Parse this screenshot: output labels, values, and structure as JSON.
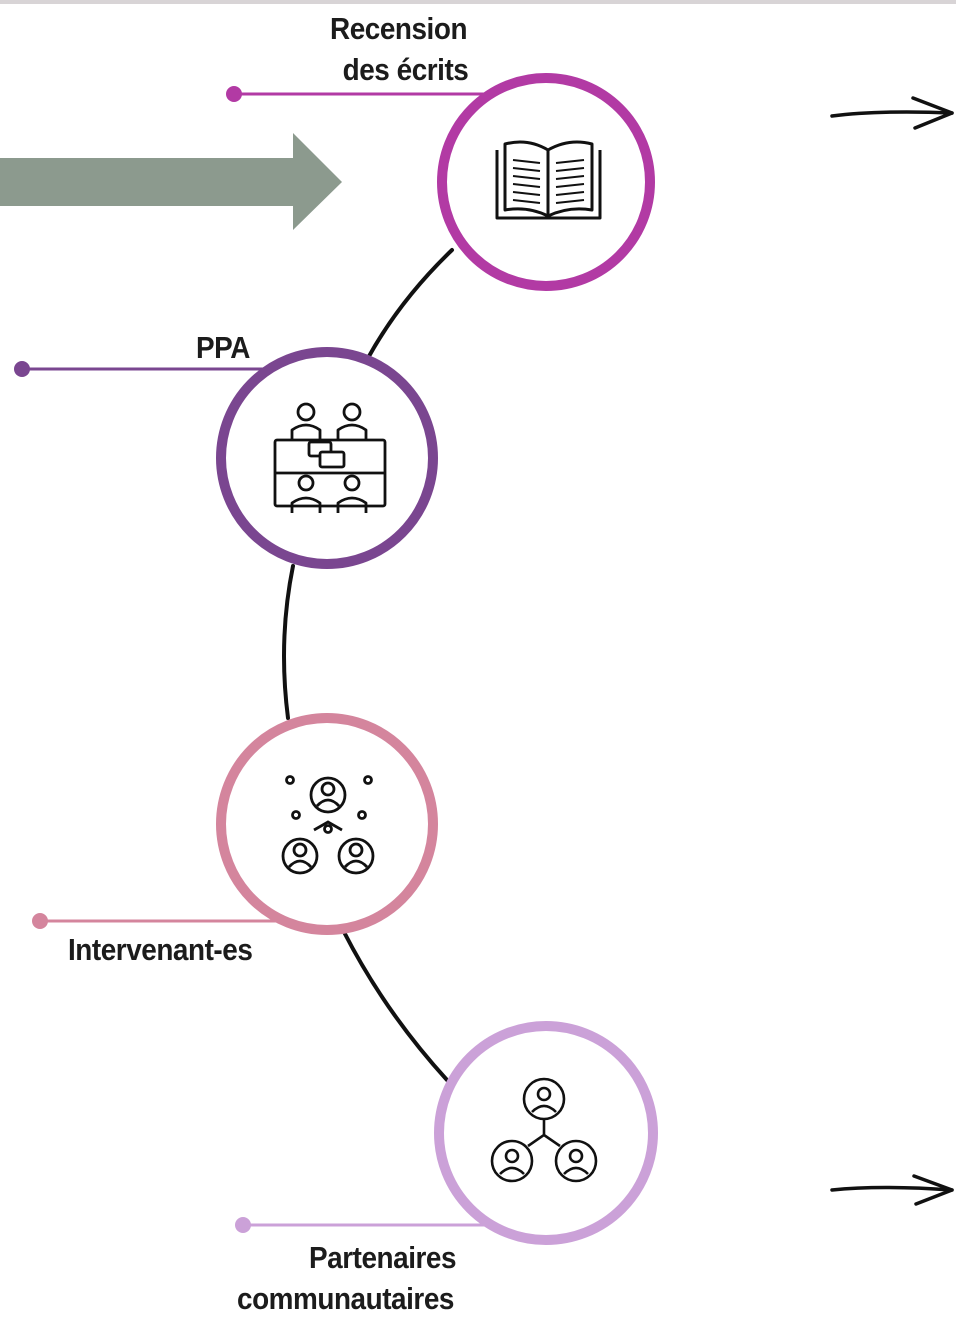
{
  "steps": [
    {
      "id": "recension",
      "lines": [
        "Recension",
        "des écrits"
      ],
      "color": "#b23aa4",
      "icon": "open-book-icon"
    },
    {
      "id": "ppa",
      "lines": [
        "PPA"
      ],
      "color": "#7a4690",
      "icon": "video-meeting-icon"
    },
    {
      "id": "intervenants",
      "lines": [
        "Intervenant-es"
      ],
      "color": "#d4859d",
      "icon": "people-network-icon"
    },
    {
      "id": "partenaires",
      "lines": [
        "Partenaires",
        "communautaires"
      ],
      "color": "#cba1d8",
      "icon": "connected-users-icon"
    }
  ],
  "colors": {
    "connector": "#111111",
    "big_arrow": "#8c9a8e"
  },
  "decorations": [
    "big-arrow",
    "hand-drawn-arrow-top",
    "hand-drawn-arrow-bottom"
  ]
}
